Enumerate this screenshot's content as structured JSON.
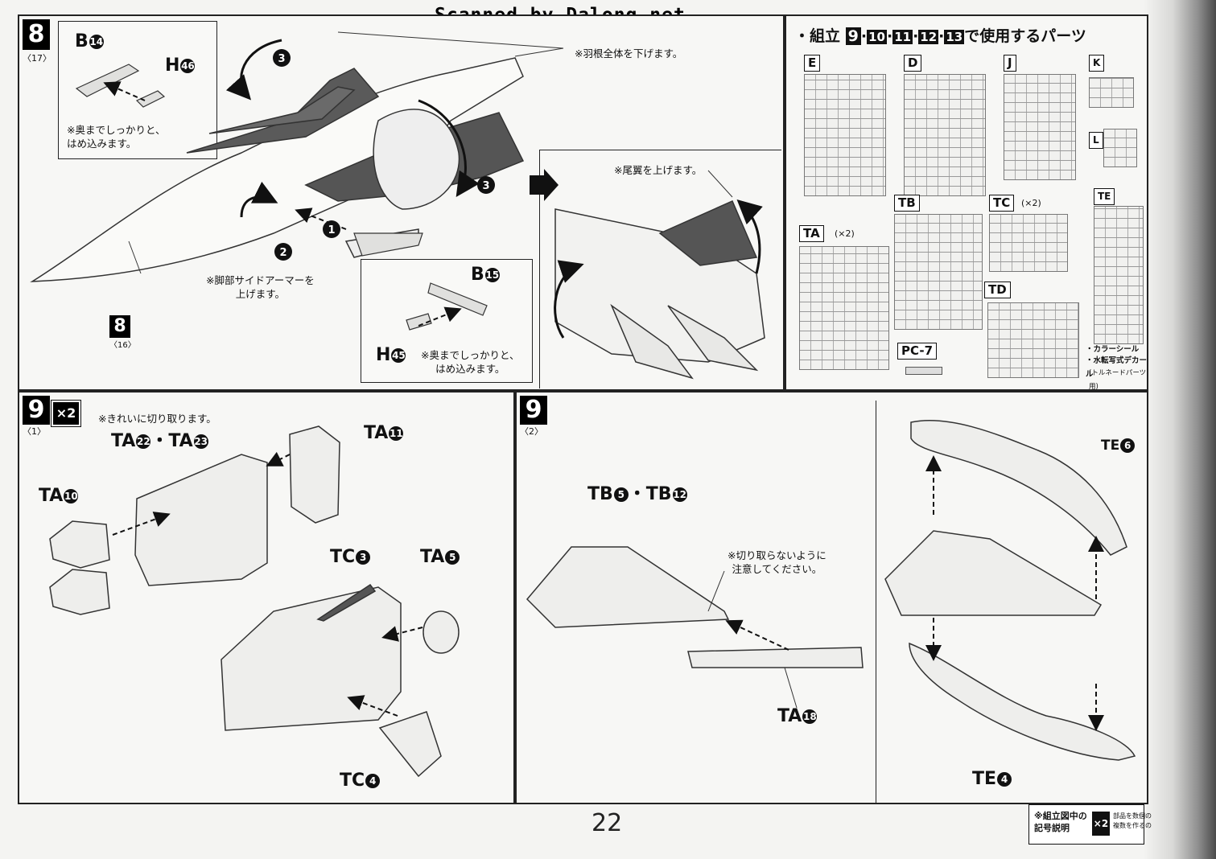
{
  "watermark": "Scanned by Dalong.net",
  "page_number": "22",
  "step8": {
    "badge": "8",
    "sub": "〈17〉",
    "part_b_top": "B",
    "part_b_top_num": "14",
    "part_h_top": "H",
    "part_h_top_num": "46",
    "inset_top_note": "※奥までしっかりと、\nはめ込みます。",
    "wing_note": "※羽根全体を下げます。",
    "armor_note": "※脚部サイドアーマーを\n上げます。",
    "tail_note": "※尾翼を上げます。",
    "sub_ref_badge": "8",
    "sub_ref": "〈16〉",
    "part_b_bottom": "B",
    "part_b_bottom_num": "15",
    "part_h_bottom": "H",
    "part_h_bottom_num": "45",
    "inset_bottom_note": "※奥までしっかりと、\nはめ込みます。",
    "arrows": [
      "1",
      "2",
      "3",
      "3"
    ]
  },
  "parts_list": {
    "title": "・組立",
    "steps": [
      "9",
      "10",
      "11",
      "12",
      "13"
    ],
    "title_suffix": "で使用するパーツ",
    "sprues": [
      "E",
      "D",
      "J",
      "K",
      "L",
      "TB",
      "TC",
      "TE",
      "TA",
      "TD",
      "PC-7"
    ],
    "tc_count": "(×2)",
    "ta_count": "(×2)",
    "notes": [
      "・カラーシール",
      "・水転写式デカール",
      "(トルネードパーツ用)"
    ]
  },
  "step9_1": {
    "badge": "9",
    "multiplier": "×2",
    "sub": "〈1〉",
    "cut_note": "※きれいに切り取ります。",
    "parts": [
      {
        "sprue": "TA",
        "num": "22",
        "sep": "・",
        "sprue2": "TA",
        "num2": "23"
      },
      {
        "sprue": "TA",
        "num": "11"
      },
      {
        "sprue": "TA",
        "num": "10"
      },
      {
        "sprue": "TC",
        "num": "3"
      },
      {
        "sprue": "TA",
        "num": "5"
      },
      {
        "sprue": "TC",
        "num": "4"
      }
    ]
  },
  "step9_2": {
    "badge": "9",
    "sub": "〈2〉",
    "parts": [
      {
        "sprue": "TB",
        "num": "5",
        "sep": "・",
        "sprue2": "TB",
        "num2": "12"
      },
      {
        "sprue": "TA",
        "num": "18"
      },
      {
        "sprue": "TE",
        "num": "6"
      },
      {
        "sprue": "TE",
        "num": "4"
      }
    ],
    "caution_note": "※切り取らないように\n注意してください。"
  },
  "legend": {
    "left": "※組立図中の\n記号説明",
    "icon": "×2",
    "right": "部品を数個の\n複数を作るの"
  }
}
